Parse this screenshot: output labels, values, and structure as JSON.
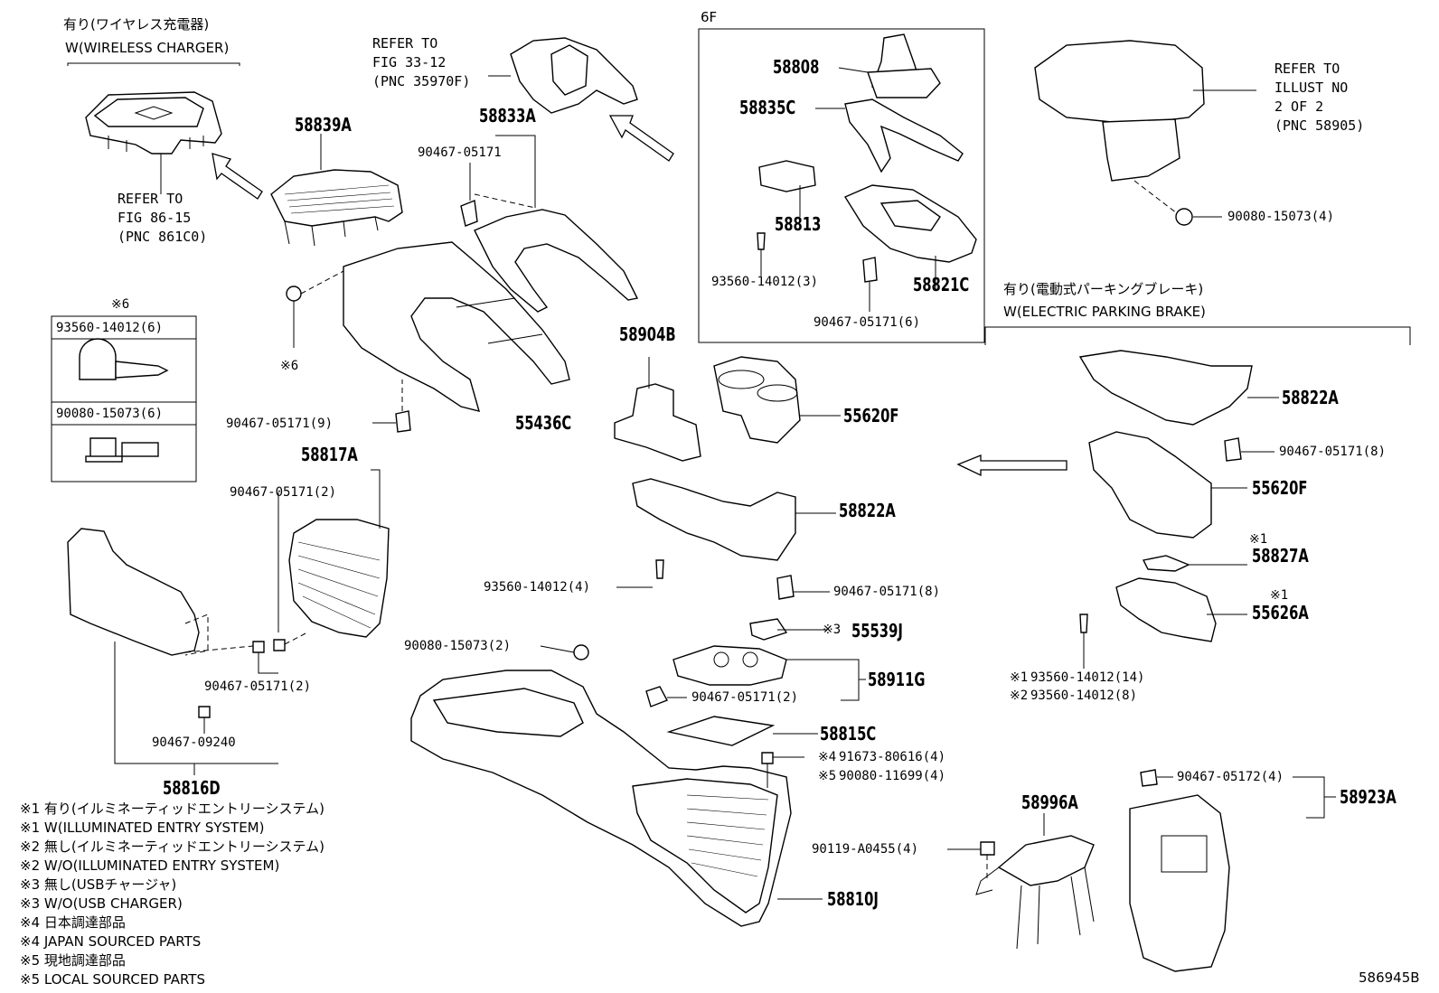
{
  "diagram_id": "586945B",
  "headers": {
    "wireless_jp": "有り(ワイヤレス充電器)",
    "wireless_en": "W(WIRELESS CHARGER)",
    "six_f": "6F",
    "epb_jp": "有り(電動式パーキングブレーキ)",
    "epb_en": "W(ELECTRIC PARKING BRAKE)"
  },
  "refers": {
    "fig86": "REFER TO\nFIG 86-15\n(PNC 861C0)",
    "fig33": "REFER TO\nFIG 33-12\n(PNC 35970F)",
    "illust": "REFER TO\nILLUST NO\n2 OF 2\n(PNC 58905)"
  },
  "part_numbers": {
    "p58839A": "58839A",
    "p58833A": "58833A",
    "p58808": "58808",
    "p58835C": "58835C",
    "p58813": "58813",
    "p58821C": "58821C",
    "p58904B": "58904B",
    "p55436C": "55436C",
    "p55620F_a": "55620F",
    "p58822A_a": "58822A",
    "p58817A": "58817A",
    "p58816D": "58816D",
    "p55539J": "55539J",
    "p58911G": "58911G",
    "p58815C": "58815C",
    "p58810J": "58810J",
    "p58996A": "58996A",
    "p58923A": "58923A",
    "p58822A_b": "58822A",
    "p55620F_b": "55620F",
    "p58827A": "58827A",
    "p55626A": "55626A"
  },
  "fasteners": {
    "f1": "90467-05171",
    "f2": "93560-14012(3)",
    "f3": "90467-05171(6)",
    "f4": "90080-15073(4)",
    "f5": "90467-05171(9)",
    "f6": "90467-05171(2)",
    "f7": "90467-05171(2)",
    "f8": "90467-09240",
    "f9": "93560-14012(4)",
    "f10": "90467-05171(8)",
    "f11": "90080-15073(2)",
    "f12": "90467-05171(2)",
    "f13": "91673-80616(4)",
    "f14": "90080-11699(4)",
    "f15": "90119-A0455(4)",
    "f16": "90467-05172(4)",
    "f17": "90467-05171(8)",
    "f18": "93560-14012(14)",
    "f19": "93560-14012(8)"
  },
  "marks": {
    "m_x3": "※3",
    "m_x4": "※4",
    "m_x5": "※5",
    "m_x1a": "※1",
    "m_x1b": "※1",
    "m_x1c": "※1",
    "m_x2c": "※2",
    "m_x6a": "※6",
    "m_x6b": "※6"
  },
  "legend_box": {
    "row1": "93560-14012(6)",
    "row2": "90080-15073(6)"
  },
  "notes": [
    "※1 有り(イルミネーティッドエントリーシステム)",
    "※1 W(ILLUMINATED ENTRY SYSTEM)",
    "※2 無し(イルミネーティッドエントリーシステム)",
    "※2 W/O(ILLUMINATED ENTRY SYSTEM)",
    "※3 無し(USBチャージャ)",
    "※3 W/O(USB CHARGER)",
    "※4 日本調達部品",
    "※4 JAPAN SOURCED PARTS",
    "※5 現地調達部品",
    "※5 LOCAL SOURCED PARTS"
  ]
}
